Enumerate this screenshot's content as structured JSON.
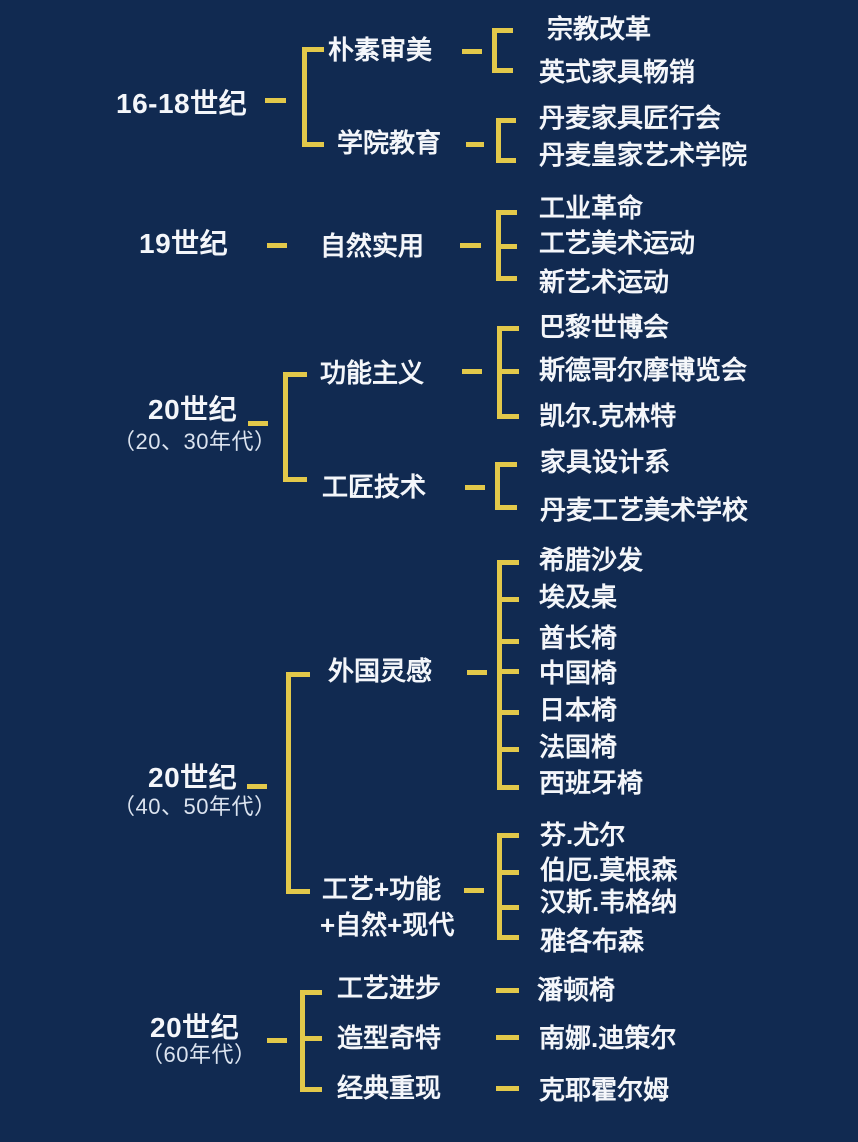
{
  "colors": {
    "background": "#112a51",
    "connector_yellow": "#e2c84a",
    "text_white": "#f4f6fa",
    "era_sub_white": "#dbe3ef"
  },
  "sections": [
    {
      "era": "16-18世纪",
      "branches": [
        {
          "label": "朴素审美",
          "items": [
            "宗教改革",
            "英式家具畅销"
          ]
        },
        {
          "label": "学院教育",
          "items": [
            "丹麦家具匠行会",
            "丹麦皇家艺术学院"
          ]
        }
      ]
    },
    {
      "era": "19世纪",
      "branches": [
        {
          "label": "自然实用",
          "items": [
            "工业革命",
            "工艺美术运动",
            "新艺术运动"
          ]
        }
      ]
    },
    {
      "era": "20世纪",
      "era_sub": "（20、30年代）",
      "branches": [
        {
          "label": "功能主义",
          "items": [
            "巴黎世博会",
            "斯德哥尔摩博览会",
            "凯尔.克林特"
          ]
        },
        {
          "label": "工匠技术",
          "items": [
            "家具设计系",
            "丹麦工艺美术学校"
          ]
        }
      ]
    },
    {
      "era": "20世纪",
      "era_sub": "（40、50年代）",
      "branches": [
        {
          "label": "外国灵感",
          "items": [
            "希腊沙发",
            "埃及桌",
            "酋长椅",
            "中国椅",
            "日本椅",
            "法国椅",
            "西班牙椅"
          ]
        },
        {
          "label": "工艺+功能",
          "label_line2": "+自然+现代",
          "items": [
            "芬.尤尔",
            "伯厄.莫根森",
            "汉斯.韦格纳",
            "雅各布森"
          ]
        }
      ]
    },
    {
      "era": "20世纪",
      "era_sub": "（60年代）",
      "branches": [
        {
          "label": "工艺进步",
          "items": [
            "潘顿椅"
          ]
        },
        {
          "label": "造型奇特",
          "items": [
            "南娜.迪策尔"
          ]
        },
        {
          "label": "经典重现",
          "items": [
            "克耶霍尔姆"
          ]
        }
      ]
    }
  ]
}
